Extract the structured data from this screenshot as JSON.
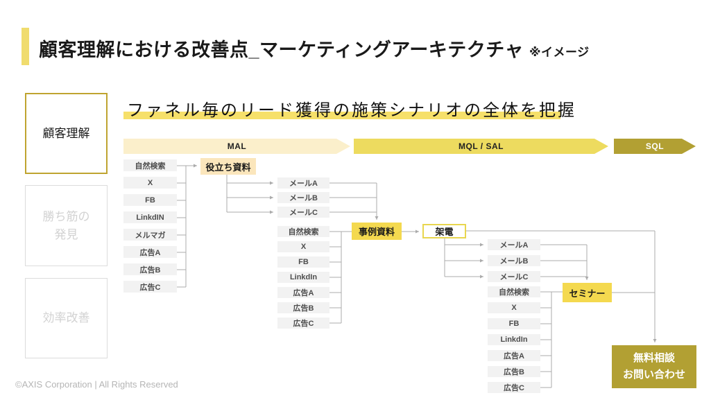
{
  "slide": {
    "title": "顧客理解における改善点_マーケティングアーキテクチャ",
    "title_note": "※イメージ",
    "footer": "©AXIS Corporation | All Rights Reserved"
  },
  "sidebar": {
    "items": [
      {
        "label": "顧客理解",
        "state": "active"
      },
      {
        "label": "勝ち筋の\n発見",
        "state": "inactive"
      },
      {
        "label": "効率改善",
        "state": "inactive"
      }
    ]
  },
  "main": {
    "heading": "ファネル毎のリード獲得の施策シナリオの全体を把握",
    "funnel_stages": [
      {
        "label": "MAL",
        "color": "#FBEFCB",
        "text_color": "#222222"
      },
      {
        "label": "MQL / SAL",
        "color": "#EDDB5F",
        "text_color": "#222222"
      },
      {
        "label": "SQL",
        "color": "#B2A033",
        "text_color": "#FFFFFF"
      }
    ],
    "flow": {
      "source_set_1": [
        "自然検索",
        "X",
        "FB",
        "LinkdIN",
        "メルマガ",
        "広告A",
        "広告B",
        "広告C"
      ],
      "offer_lead_magnet": "役立ち資料",
      "email_set_1": [
        "メールA",
        "メールB",
        "メールC"
      ],
      "source_set_2": [
        "自然検索",
        "X",
        "FB",
        "LinkdIn",
        "広告A",
        "広告B",
        "広告C"
      ],
      "offer_case_study": "事例資料",
      "call": "架電",
      "email_set_2": [
        "メールA",
        "メールB",
        "メールC"
      ],
      "source_set_3": [
        "自然検索",
        "X",
        "FB",
        "LinkdIn",
        "広告A",
        "広告B",
        "広告C"
      ],
      "seminar": "セミナー",
      "cta": "無料相談\nお問い合わせ"
    },
    "colors": {
      "accent_yellow": "#F4D94F",
      "cream": "#FBE6BC",
      "dark_gold": "#B2A033",
      "node_gray": "#F2F2F2",
      "connector_gray": "#ABABAB",
      "heading_highlight": "#F6E06A"
    }
  }
}
